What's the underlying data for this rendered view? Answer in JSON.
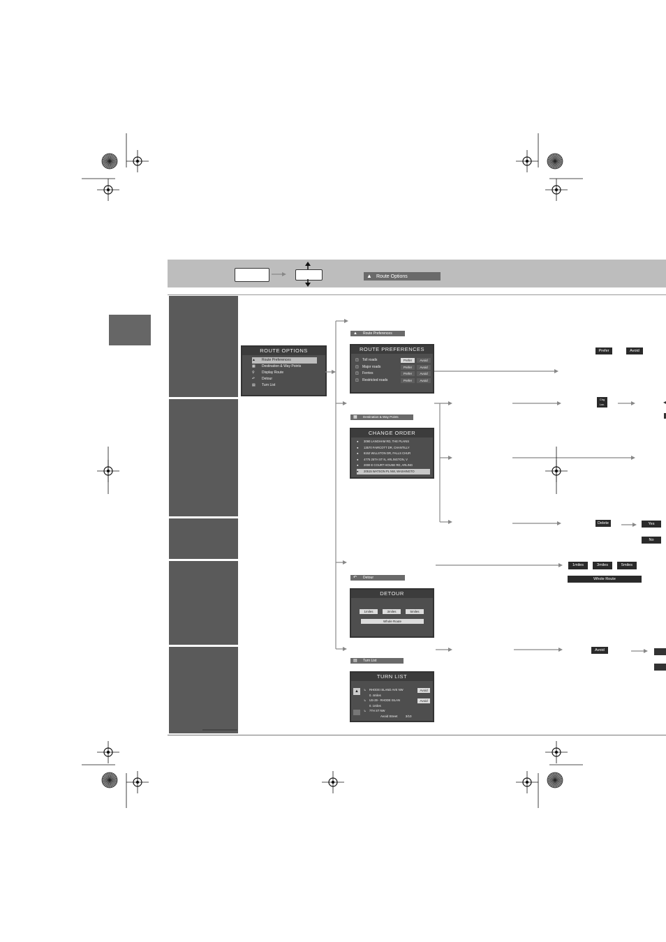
{
  "header": {
    "menu_chip": {
      "icon": "route-options-icon",
      "label": "Route Options"
    }
  },
  "route_options_screen": {
    "title": "ROUTE OPTIONS",
    "items": [
      {
        "icon": "route-preferences-icon",
        "label": "Route Preferences"
      },
      {
        "icon": "destination-waypoints-icon",
        "label": "Destination & Way Points"
      },
      {
        "icon": "display-route-icon",
        "label": "Display Route"
      },
      {
        "icon": "detour-icon",
        "label": "Detour"
      },
      {
        "icon": "turn-list-icon",
        "label": "Turn List"
      }
    ]
  },
  "route_preferences": {
    "chip": "Route Preferences",
    "title": "ROUTE PREFERENCES",
    "rows": [
      "Toll roads",
      "Major roads",
      "Ferries",
      "Restricted roads"
    ],
    "prefer_label": "Prefer",
    "avoid_label": "Avoid",
    "result_prefer": "Prefer",
    "result_avoid": "Avoid"
  },
  "destination": {
    "chip": "Destination & Way Points",
    "title": "CHANGE ORDER",
    "rows": [
      "3090 LANGHAM RD, THE PLAINS",
      "13570 FAIRCOTT DR, CHANTILLY",
      "6152 WILLSTON DR, FALLS CHUR",
      "4775 25TH ST N, ARLINGTON, V",
      "2000 E COURT HOUSE RD, ARLING",
      "20515 WATSON PL NW, WASHINGTO"
    ],
    "chg_loc_label": "Chg Loc.",
    "delete_label": "Delete",
    "yes_label": "Yes",
    "no_label": "No"
  },
  "detour": {
    "chip": "Detour",
    "title": "DETOUR",
    "options": [
      "1miles",
      "3miles",
      "5miles"
    ],
    "whole_route": "Whole Route",
    "result_options": [
      "1miles",
      "3miles",
      "5miles"
    ],
    "result_whole_route": "Whole Route"
  },
  "turn_list": {
    "chip": "Turn List",
    "title": "TURN LIST",
    "rows": [
      {
        "text": "RHODE ISLAND AVE NW",
        "action": "Avoid"
      },
      {
        "text": "0. 4miles",
        "action": ""
      },
      {
        "text": "US-29 - RHODE ISLAN",
        "action": "Avoid"
      },
      {
        "text": "0. 1miles",
        "action": ""
      },
      {
        "text": "7TH ST NW",
        "action": ""
      }
    ],
    "footer_left": "Avoid Street",
    "footer_count": "3/10",
    "avoid_label": "Avoid"
  },
  "colors": {
    "dark_panel": "#5a5a5a",
    "band": "#bdbdbd",
    "arrow": "#888888"
  }
}
